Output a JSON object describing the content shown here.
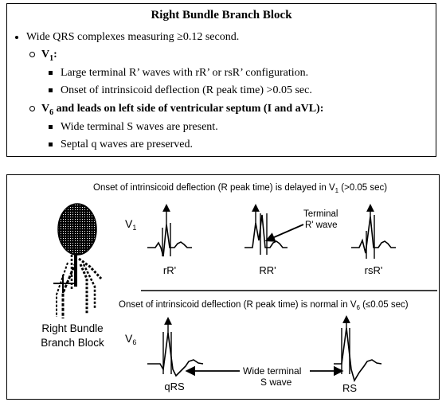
{
  "top": {
    "title": "Right Bundle Branch Block",
    "main_bullet": "Wide QRS complexes measuring ≥0.12 second.",
    "v1": {
      "heading": "V",
      "heading_sub": "1",
      "heading_tail": ":",
      "items": [
        "Large terminal R’ waves with rR’ or rsR’ configuration.",
        "Onset of intrinsicoid deflection (R peak time) >0.05 sec."
      ]
    },
    "v6": {
      "heading": "V",
      "heading_sub": "6",
      "heading_tail": " and leads on left side of ventricular septum (I and aVL):",
      "items": [
        "Wide terminal S waves are present.",
        "Septal q waves are preserved."
      ]
    }
  },
  "diagram": {
    "caption_top": "Onset of intrinsicoid deflection (R peak time) is delayed in V",
    "caption_top_sub": "1",
    "caption_top_tail": " (>0.05 sec)",
    "v1_label": "V",
    "v1_label_sub": "1",
    "terminal_label_1": "Terminal",
    "terminal_label_2": "R' wave",
    "complex_labels_v1": [
      "rR'",
      "RR'",
      "rsR'"
    ],
    "caption_mid": "Onset of intrinsicoid deflection (R peak time) is normal in V",
    "caption_mid_sub": "6",
    "caption_mid_tail": " (≤0.05 sec)",
    "v6_label": "V",
    "v6_label_sub": "6",
    "wide_label_1": "Wide terminal",
    "wide_label_2": "S wave",
    "complex_labels_v6": [
      "qRS",
      "RS"
    ],
    "figure_caption_1": "Right Bundle",
    "figure_caption_2": "Branch Block"
  }
}
